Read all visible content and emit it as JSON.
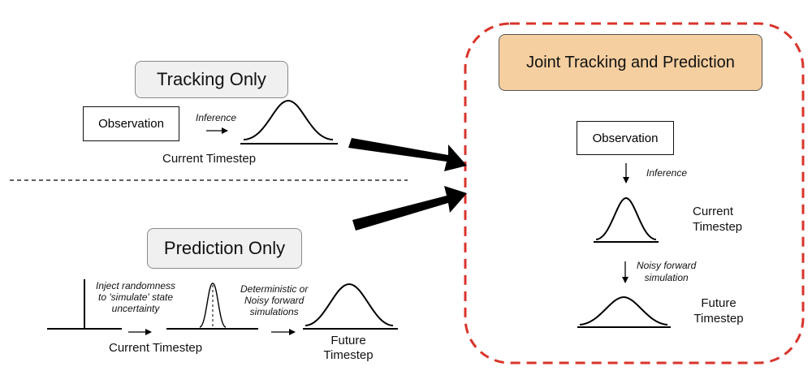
{
  "tracking_only": {
    "title": "Tracking Only",
    "observation": "Observation",
    "arrow_label": "Inference",
    "caption": "Current Timestep"
  },
  "prediction_only": {
    "title": "Prediction Only",
    "inject_label": "Inject randomness\nto 'simulate' state\nuncertainty",
    "sim_label": "Deterministic or\nNoisy forward\nsimulations",
    "current_caption": "Current Timestep",
    "future_caption": "Future\nTimestep"
  },
  "joint": {
    "title": "Joint Tracking and Prediction",
    "observation": "Observation",
    "inference_label": "Inference",
    "current_caption": "Current\nTimestep",
    "noisy_label": "Noisy forward\nsimulation",
    "future_caption": "Future\nTimestep"
  },
  "colors": {
    "dashed_border": "#d9342b",
    "joint_fill": "#f5cfa0",
    "pill_fill": "#f0f0f0"
  }
}
